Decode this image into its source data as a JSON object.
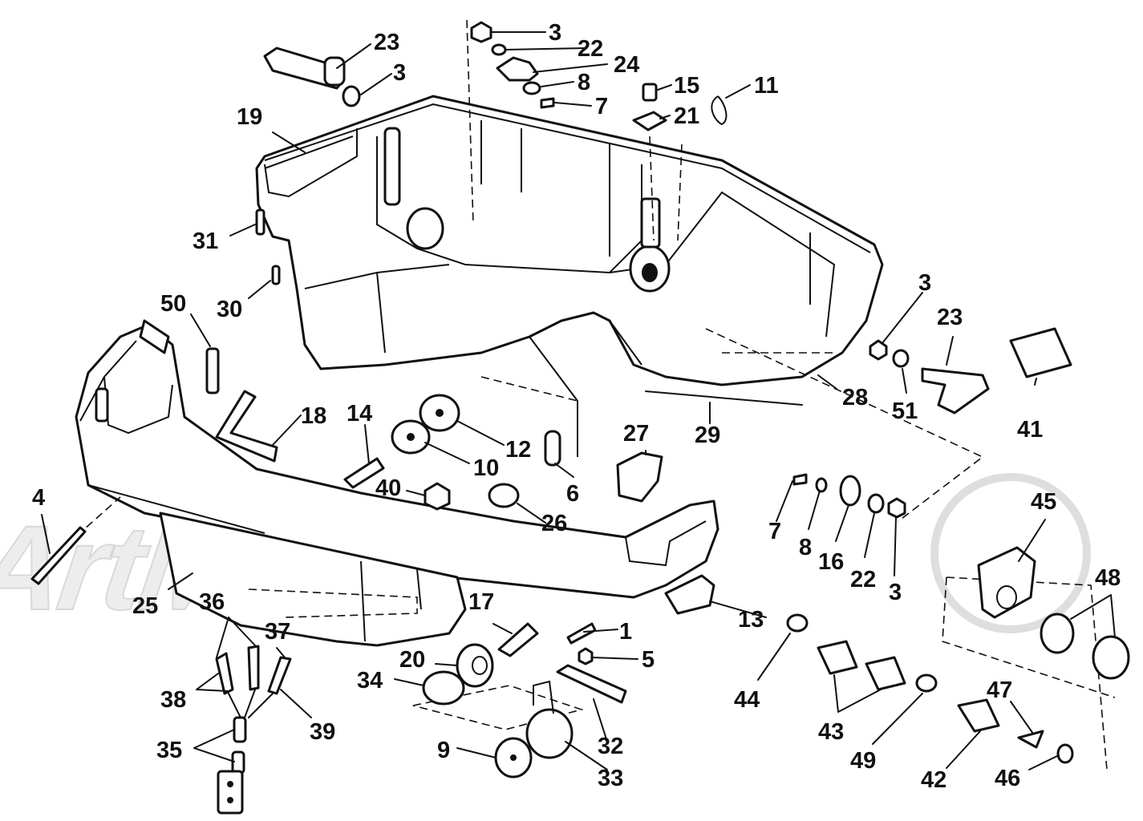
{
  "watermark": "ArtMotor",
  "callouts": [
    {
      "id": "23a",
      "text": "23"
    },
    {
      "id": "3a",
      "text": "3"
    },
    {
      "id": "3b",
      "text": "3"
    },
    {
      "id": "22a",
      "text": "22"
    },
    {
      "id": "24",
      "text": "24"
    },
    {
      "id": "8a",
      "text": "8"
    },
    {
      "id": "7a",
      "text": "7"
    },
    {
      "id": "15",
      "text": "15"
    },
    {
      "id": "11",
      "text": "11"
    },
    {
      "id": "21",
      "text": "21"
    },
    {
      "id": "19",
      "text": "19"
    },
    {
      "id": "31",
      "text": "31"
    },
    {
      "id": "30",
      "text": "30"
    },
    {
      "id": "50",
      "text": "50"
    },
    {
      "id": "3c",
      "text": "3"
    },
    {
      "id": "23b",
      "text": "23"
    },
    {
      "id": "41",
      "text": "41"
    },
    {
      "id": "28",
      "text": "28"
    },
    {
      "id": "51",
      "text": "51"
    },
    {
      "id": "29",
      "text": "29"
    },
    {
      "id": "18",
      "text": "18"
    },
    {
      "id": "14",
      "text": "14"
    },
    {
      "id": "12",
      "text": "12"
    },
    {
      "id": "10",
      "text": "10"
    },
    {
      "id": "6",
      "text": "6"
    },
    {
      "id": "27",
      "text": "27"
    },
    {
      "id": "40",
      "text": "40"
    },
    {
      "id": "26",
      "text": "26"
    },
    {
      "id": "4",
      "text": "4"
    },
    {
      "id": "7b",
      "text": "7"
    },
    {
      "id": "8b",
      "text": "8"
    },
    {
      "id": "16",
      "text": "16"
    },
    {
      "id": "22b",
      "text": "22"
    },
    {
      "id": "3d",
      "text": "3"
    },
    {
      "id": "45",
      "text": "45"
    },
    {
      "id": "48",
      "text": "48"
    },
    {
      "id": "25",
      "text": "25"
    },
    {
      "id": "36",
      "text": "36"
    },
    {
      "id": "37",
      "text": "37"
    },
    {
      "id": "17",
      "text": "17"
    },
    {
      "id": "1",
      "text": "1"
    },
    {
      "id": "13",
      "text": "13"
    },
    {
      "id": "5",
      "text": "5"
    },
    {
      "id": "20",
      "text": "20"
    },
    {
      "id": "34",
      "text": "34"
    },
    {
      "id": "38",
      "text": "38"
    },
    {
      "id": "39",
      "text": "39"
    },
    {
      "id": "35",
      "text": "35"
    },
    {
      "id": "9",
      "text": "9"
    },
    {
      "id": "32",
      "text": "32"
    },
    {
      "id": "33",
      "text": "33"
    },
    {
      "id": "44",
      "text": "44"
    },
    {
      "id": "43",
      "text": "43"
    },
    {
      "id": "49",
      "text": "49"
    },
    {
      "id": "47",
      "text": "47"
    },
    {
      "id": "42",
      "text": "42"
    },
    {
      "id": "46",
      "text": "46"
    }
  ]
}
